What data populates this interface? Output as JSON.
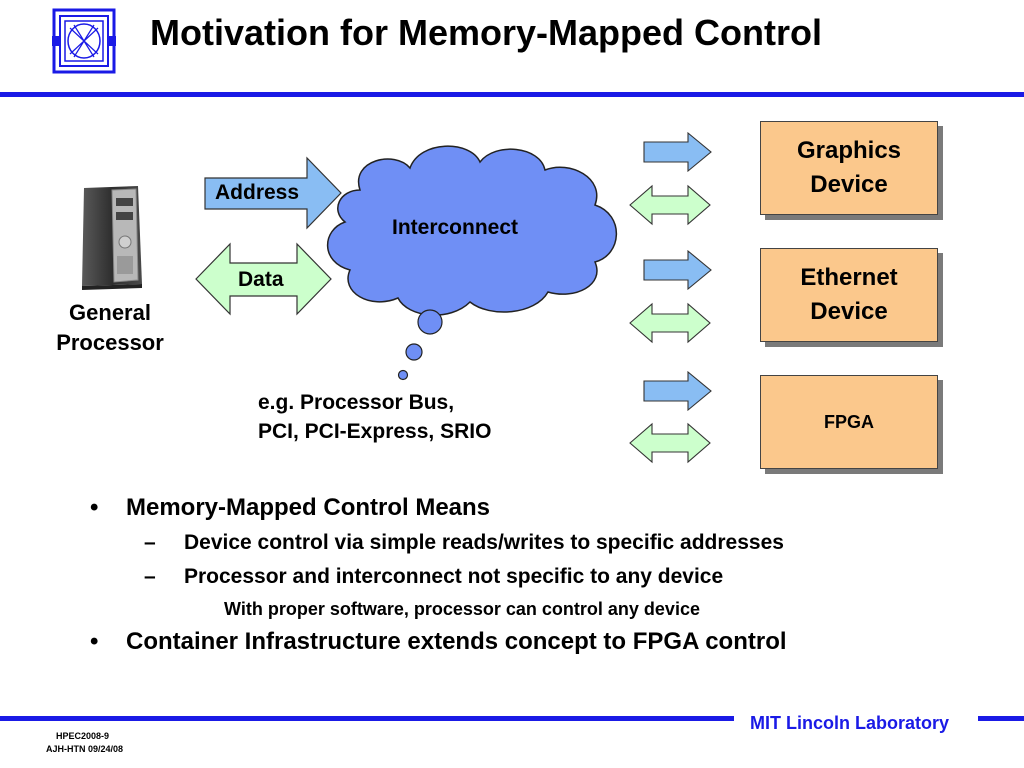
{
  "slide": {
    "title": "Motivation for Memory-Mapped Control"
  },
  "diagram": {
    "processor_label": "General\nProcessor",
    "address_label": "Address",
    "data_label": "Data",
    "interconnect_label": "Interconnect",
    "example_line1": "e.g. Processor Bus,",
    "example_line2": "PCI, PCI-Express, SRIO",
    "devices": [
      {
        "label": "Graphics\nDevice"
      },
      {
        "label": "Ethernet\nDevice"
      },
      {
        "label": "FPGA"
      }
    ],
    "colors": {
      "single_arrow": "#89bdf3",
      "double_arrow": "#ccffcc",
      "cloud": "#6f8ff5",
      "device_fill": "#fbc88c",
      "rule_blue": "#1a1ae6",
      "footer_text": "#1a1ae6"
    }
  },
  "bullets": [
    {
      "level": 1,
      "marker": "•",
      "text": "Memory-Mapped Control Means"
    },
    {
      "level": 2,
      "marker": "–",
      "text": "Device control via simple reads/writes to specific addresses"
    },
    {
      "level": 2,
      "marker": "–",
      "text": "Processor and interconnect not specific to any device"
    },
    {
      "level": 3,
      "marker": "",
      "text": "With proper software, processor can control any device"
    },
    {
      "level": 1,
      "marker": "•",
      "text": "Container Infrastructure extends concept to FPGA control"
    }
  ],
  "footer": {
    "lab_name": "MIT Lincoln Laboratory",
    "slide_id": "HPEC2008-9",
    "author_date": "AJH-HTN 09/24/08"
  }
}
